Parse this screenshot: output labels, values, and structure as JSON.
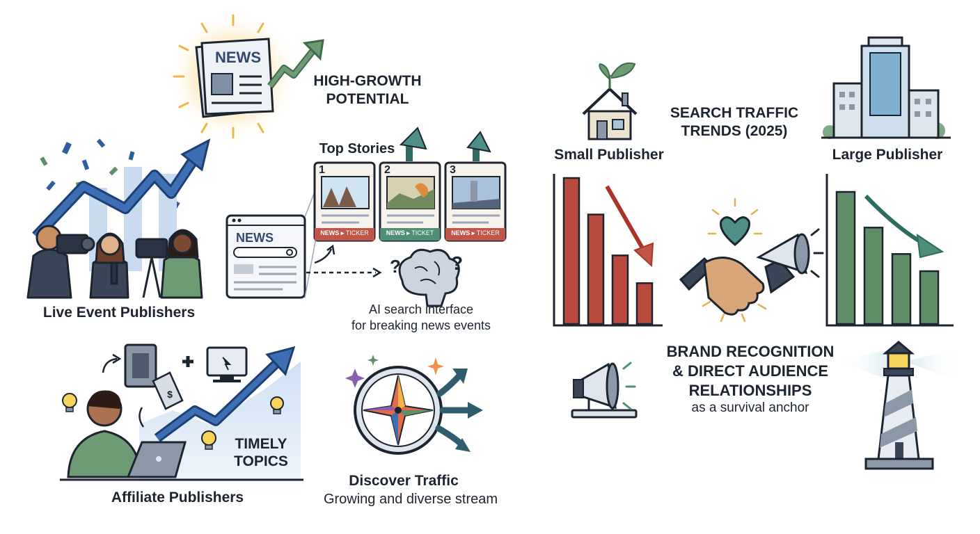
{
  "left": {
    "high_growth": {
      "paper_label": "NEWS",
      "line1": "HIGH-GROWTH",
      "line2": "POTENTIAL"
    },
    "live_event": {
      "label": "Live Event Publishers"
    },
    "top_stories": {
      "title": "Top Stories",
      "cards": [
        {
          "number": "1",
          "ticker_news": "NEWS",
          "ticker_text": "TICKER",
          "color": "#c0564a"
        },
        {
          "number": "2",
          "ticker_news": "NEWS",
          "ticker_text": "TICKET",
          "color": "#4e8f75"
        },
        {
          "number": "3",
          "ticker_news": "NEWS",
          "ticker_text": "TICKER",
          "color": "#c0564a"
        }
      ]
    },
    "search_window": {
      "label": "NEWS"
    },
    "ai_search": {
      "line1": "AI search interface",
      "line2": "for breaking news events"
    },
    "affiliate": {
      "label": "Affiliate Publishers",
      "timely_line1": "TIMELY",
      "timely_line2": "TOPICS"
    },
    "discover": {
      "title": "Discover Traffic",
      "subtitle": "Growing and diverse stream"
    }
  },
  "right": {
    "title_line1": "SEARCH TRAFFIC",
    "title_line2": "TRENDS (2025)",
    "small_publisher": {
      "label": "Small Publisher",
      "bar_values": [
        100,
        75,
        47,
        28
      ],
      "color": "#b84a3e"
    },
    "large_publisher": {
      "label": "Large Publisher",
      "bar_values": [
        100,
        73,
        53,
        40
      ],
      "color": "#5f8f68"
    },
    "brand": {
      "line1": "BRAND RECOGNITION",
      "line2": "& DIRECT AUDIENCE",
      "line3": "RELATIONSHIPS",
      "sub": "as a survival anchor"
    }
  },
  "colors": {
    "ink": "#1c2430",
    "blue": "#2f5d9e",
    "green": "#5f8f68",
    "red": "#b84a3e",
    "teal": "#4e8f8a",
    "glow": "#f4c06a"
  }
}
